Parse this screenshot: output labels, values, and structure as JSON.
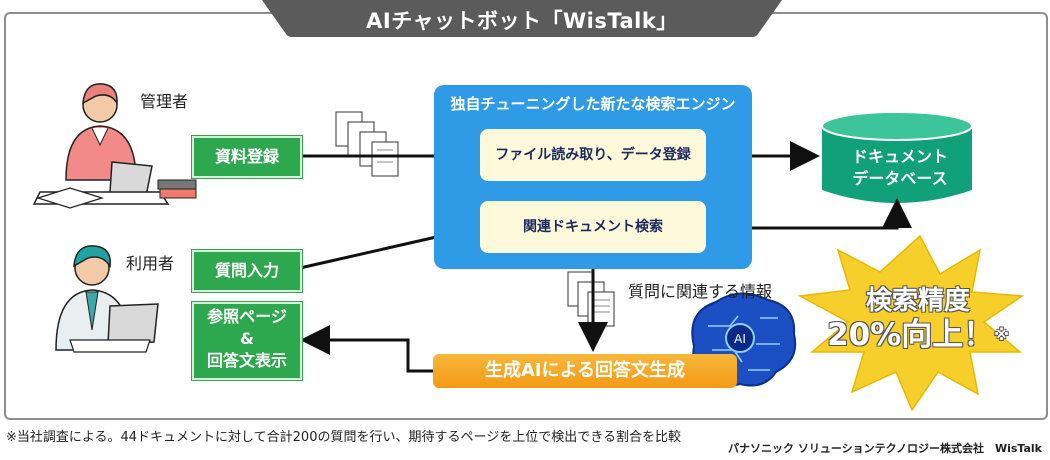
{
  "title": "AIチャットボット「WisTalk」",
  "roles": {
    "admin": "管理者",
    "user": "利用者"
  },
  "buttons": {
    "register": "資料登録",
    "question": "質問入力",
    "reference": [
      "参照ページ",
      "&",
      "回答文表示"
    ]
  },
  "engine": {
    "title": "独自チューニングした新たな検索エンジン",
    "read": "ファイル読み取り、データ登録",
    "search": "関連ドキュメント検索"
  },
  "database": [
    "ドキュメント",
    "データベース"
  ],
  "related_info": "質問に関連する情報",
  "generate": "生成AIによる回答文生成",
  "ai_badge": "AI",
  "highlight": {
    "line1": "検索精度",
    "line2": "20%向上！",
    "mark": "※"
  },
  "footnote": "※当社調査による。44ドキュメントに対して合計200の質問を行い、期待するページを上位で検出できる割合を比較",
  "credit": "パナソニック ソリューションテクノロジー株式会社　WisTalk",
  "colors": {
    "green": "#2ea84e",
    "blue": "#2f9ae6",
    "teal": "#10a07a",
    "orange": "#f39a16",
    "star": "#f7cf2a"
  }
}
